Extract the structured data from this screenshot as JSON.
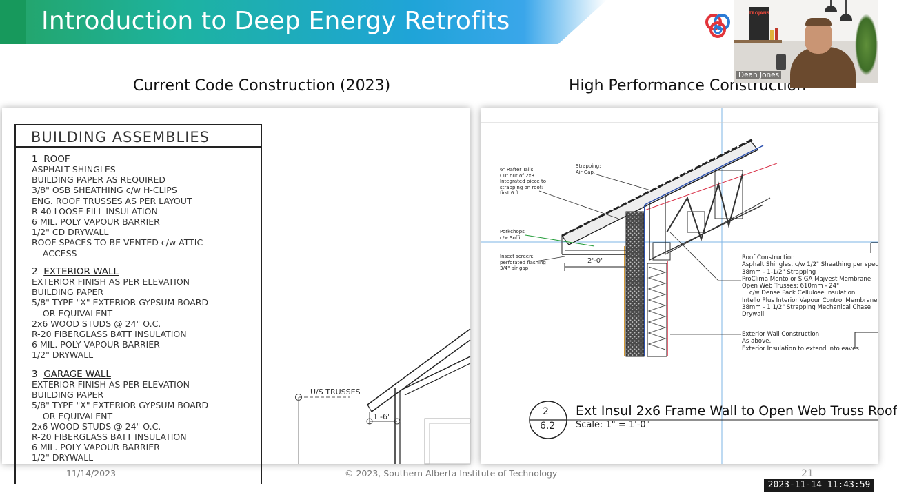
{
  "slide": {
    "title": "Introduction to Deep Energy Retrofits",
    "left_heading": "Current Code Construction (2023)",
    "right_heading": "High Performance Construction",
    "footer_date": "11/14/2023",
    "footer_copyright": "© 2023, Southern Alberta Institute of Technology",
    "page_number": "21"
  },
  "left_panel": {
    "box_title": "BUILDING ASSEMBLIES",
    "sections": [
      {
        "number": "1",
        "heading": "ROOF",
        "lines": [
          "ASPHALT SHINGLES",
          "BUILDING PAPER AS REQUIRED",
          "3/8\" OSB SHEATHING c/w H-CLIPS",
          "ENG. ROOF TRUSSES AS PER   LAYOUT",
          "R-40 LOOSE FILL INSULATION",
          "6 MIL. POLY VAPOUR BARRIER",
          "1/2\" CD DRYWALL",
          "ROOF SPACES TO BE VENTED c/w ATTIC",
          "    ACCESS"
        ]
      },
      {
        "number": "2",
        "heading": "EXTERIOR WALL",
        "lines": [
          "EXTERIOR FINISH AS PER ELEVATION",
          "BUILDING PAPER",
          "5/8\" TYPE \"X\" EXTERIOR GYPSUM BOARD",
          "    OR EQUIVALENT",
          "2x6 WOOD STUDS @ 24\" O.C.",
          "R-20 FIBERGLASS BATT INSULATION",
          "6 MIL. POLY VAPOUR BARRIER",
          "1/2\" DRYWALL"
        ]
      },
      {
        "number": "3",
        "heading": "GARAGE WALL",
        "lines": [
          "EXTERIOR FINISH AS PER ELEVATION",
          "BUILDING PAPER",
          "5/8\" TYPE \"X\" EXTERIOR GYPSUM BOARD",
          "    OR EQUIVALENT",
          "2x6 WOOD STUDS @ 24\" O.C.",
          "R-20 FIBERGLASS BATT INSULATION",
          "6 MIL. POLY VAPOUR BARRIER",
          "1/2\" DRYWALL"
        ]
      }
    ],
    "truss_label": "U/S TRUSSES",
    "dim_label": "1'-6\""
  },
  "right_panel": {
    "rafter_note": [
      "6\" Rafter Tails",
      "Cut out of 2x8",
      "Integrated piece to",
      "strapping on roof:",
      "first 6 ft"
    ],
    "strapping_note": [
      "Strapping:",
      "Air Gap"
    ],
    "porkchops_note": [
      "Porkchops",
      "c/w Soffit"
    ],
    "insect_note": [
      "Insect screen:",
      "perforated flashing",
      "3/4\" air gap"
    ],
    "dim_label": "2'-0\"",
    "roof_spec": [
      "Roof Construction",
      "Asphalt Shingles, c/w 1/2\" Sheathing per spec",
      "38mm - 1-1/2\" Strapping",
      "ProClima Mento or SIGA Majvest Membrane",
      "Open Web Trusses: 610mm - 24\"",
      "    c/w Dense Pack Cellulose Insulation",
      "Intello Plus Interior Vapour Control Membrane",
      "38mm - 1 1/2\" Strapping Mechanical Chase",
      "Drywall"
    ],
    "wall_spec": [
      "Exterior Wall Construction",
      "As above,",
      "Exterior Insulation to extend into eaves."
    ],
    "detail_number": "2",
    "detail_sheet": "6.2",
    "detail_title": "Ext Insul 2x6 Frame Wall to Open Web Truss Roof",
    "detail_scale": "Scale: 1\" = 1'-0\""
  },
  "webcam": {
    "participant_name": "Dean Jones",
    "book_text": "TROJANS"
  },
  "recording": {
    "timestamp": "2023-11-14 11:43:59"
  }
}
